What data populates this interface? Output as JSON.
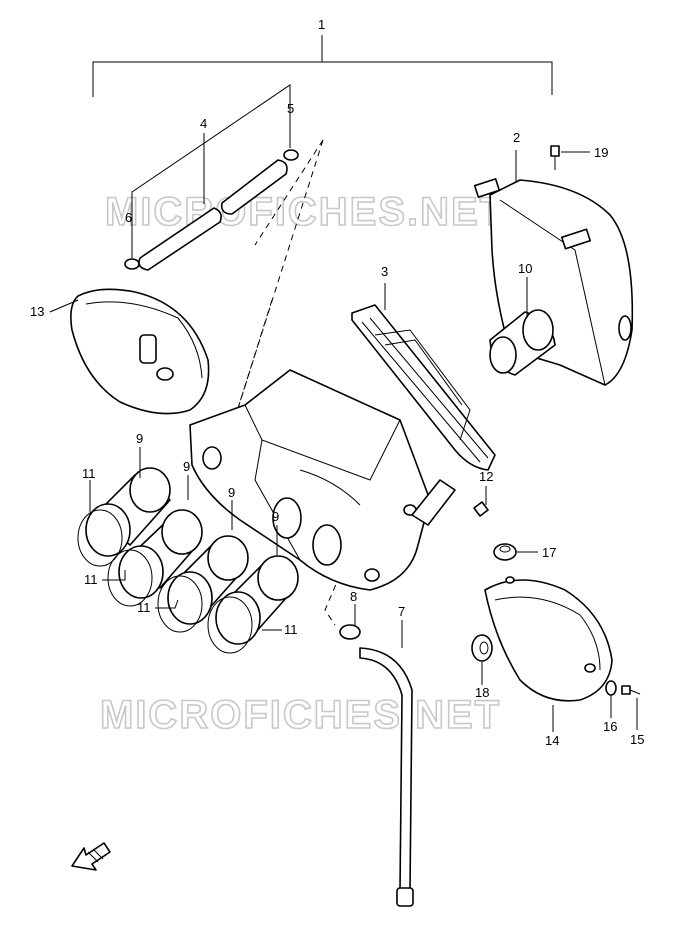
{
  "watermark": "MICROFICHES.NET",
  "callouts": {
    "c1": "1",
    "c2": "2",
    "c3": "3",
    "c4": "4",
    "c5": "5",
    "c6": "6",
    "c7": "7",
    "c8": "8",
    "c9a": "9",
    "c9b": "9",
    "c9c": "9",
    "c9d": "9",
    "c10": "10",
    "c11a": "11",
    "c11b": "11",
    "c11c": "11",
    "c11d": "11",
    "c12": "12",
    "c13": "13",
    "c14": "14",
    "c15": "15",
    "c16": "16",
    "c17": "17",
    "c18": "18",
    "c19": "19"
  },
  "icons": {
    "front_arrow": "front-direction-arrow-icon"
  }
}
